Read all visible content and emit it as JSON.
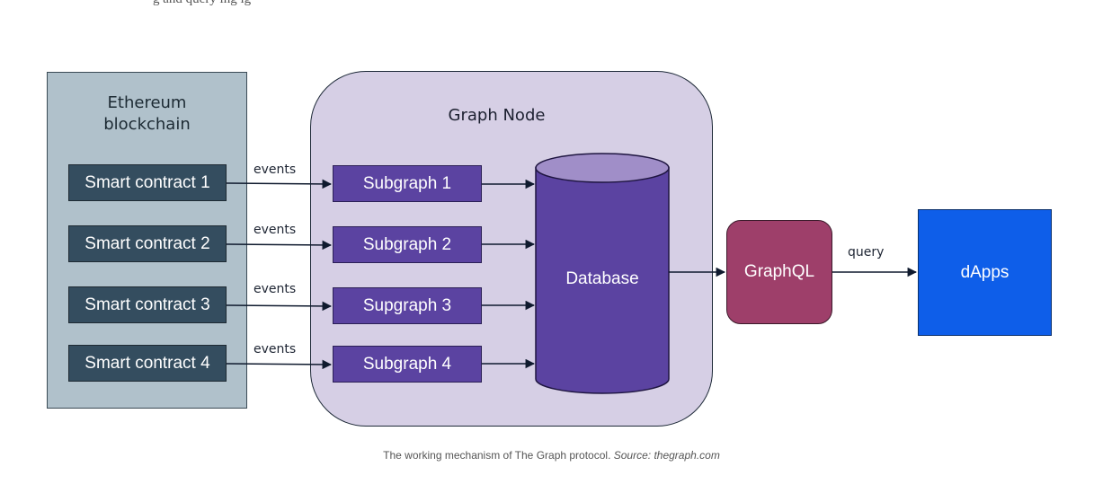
{
  "top_text": "g      and     query   ing   ig",
  "ethereum": {
    "title_line1": "Ethereum",
    "title_line2": "blockchain"
  },
  "graph_node": {
    "title": "Graph Node"
  },
  "contracts": [
    "Smart contract 1",
    "Smart contract 2",
    "Smart contract 3",
    "Smart contract 4"
  ],
  "events_labels": [
    "events",
    "events",
    "events",
    "events"
  ],
  "subgraphs": [
    "Subgraph 1",
    "Subgraph 2",
    "Supgraph 3",
    "Subgraph 4"
  ],
  "database": {
    "label": "Database"
  },
  "graphql": {
    "label": "GraphQL"
  },
  "query_label": "query",
  "dapps": {
    "label": "dApps"
  },
  "caption": {
    "text": "The working mechanism of The Graph protocol. ",
    "source": "Source: thegraph.com"
  },
  "colors": {
    "ethereum_panel": "#b0c1cb",
    "contract_box": "#344d5f",
    "graph_node_panel": "#d6cfe5",
    "subgraph_box": "#5b43a1",
    "database": "#5b43a1",
    "graphql": "#9e3f6a",
    "dapps": "#0e5ee9"
  }
}
